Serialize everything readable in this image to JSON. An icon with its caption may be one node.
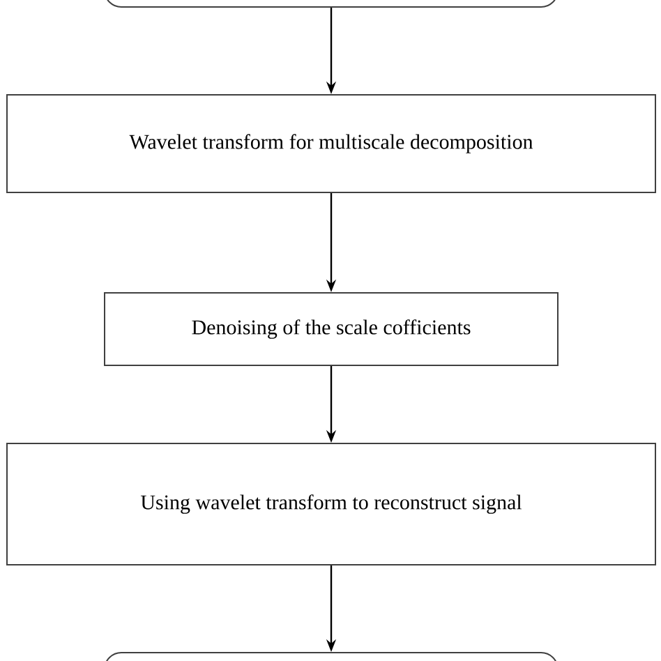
{
  "diagram": {
    "nodes": [
      {
        "text": [],
        "shape": "box"
      },
      {
        "text": [
          "Wavelet transform for multiscale decomposition"
        ]
      },
      {
        "text": [
          "Denoising of the scale cofficients"
        ]
      },
      {
        "text": [
          "Using wavelet transform to reconstruct signal"
        ]
      },
      {
        "text": [],
        "shape": "box"
      }
    ],
    "edges": [
      {
        "from": 0,
        "to": 1,
        "arrow": "to"
      },
      {
        "from": 1,
        "to": 2,
        "arrow": "to"
      },
      {
        "from": 2,
        "to": 3,
        "arrow": "to"
      },
      {
        "from": 3,
        "to": 4,
        "arrow": "to"
      }
    ]
  }
}
